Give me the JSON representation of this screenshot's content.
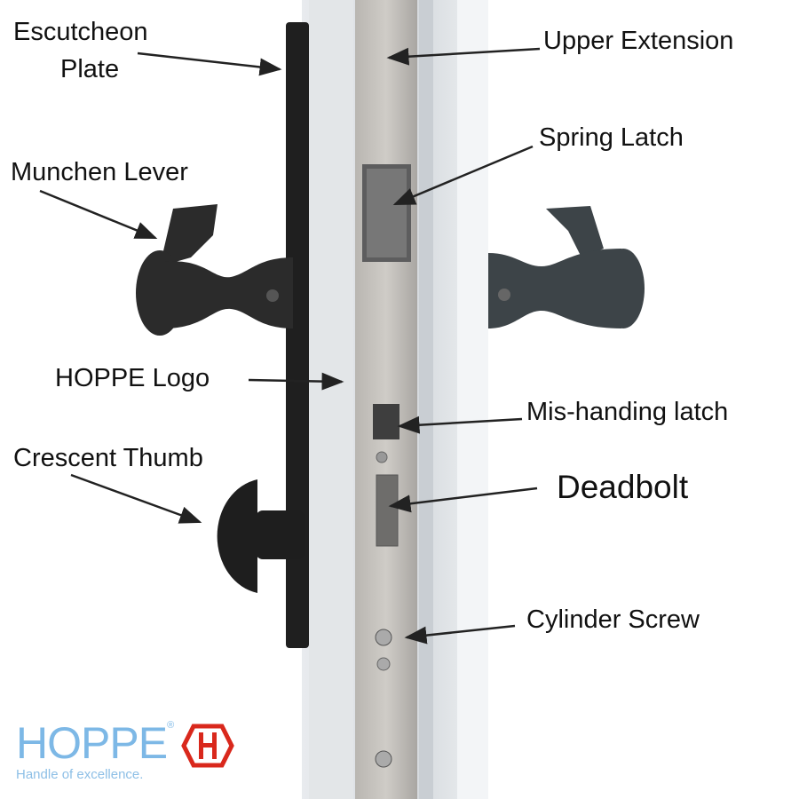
{
  "labels": {
    "escutcheon_line1": "Escutcheon",
    "escutcheon_line2": "Plate",
    "upper_extension": "Upper Extension",
    "spring_latch": "Spring Latch",
    "munchen_lever": "Munchen Lever",
    "hoppe_logo": "HOPPE Logo",
    "mis_handing_latch": "Mis-handing latch",
    "deadbolt": "Deadbolt",
    "crescent_thumb": "Crescent Thumb",
    "cylinder_screw": "Cylinder Screw"
  },
  "logo": {
    "word": "HOPPE",
    "registered": "®",
    "tagline": "Handle of excellence.",
    "word_color": "#7db8e6",
    "mark_color": "#d9281c"
  }
}
